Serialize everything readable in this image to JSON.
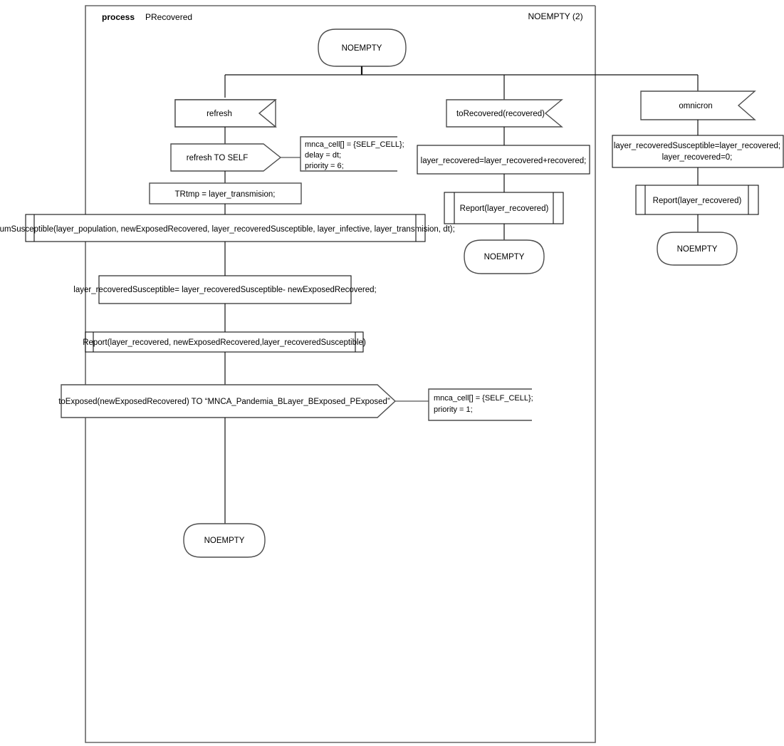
{
  "diagram": {
    "kind": "sdl-process-diagram",
    "header": {
      "keyword": "process",
      "name": "PRecovered",
      "page_label": "NOEMPTY (2)"
    },
    "start_state": {
      "label": "NOEMPTY"
    },
    "branches": {
      "left": {
        "input": {
          "label": "refresh"
        },
        "output": {
          "label": "refresh TO SELF"
        },
        "output_comment": {
          "line1": "mnca_cell[] = {SELF_CELL};",
          "line2": "delay = dt;",
          "line3": "priority = 6;"
        },
        "task1": {
          "label": "TRtmp  = layer_transmision;"
        },
        "procedure1": {
          "label": "numSusceptible(layer_population, newExposedRecovered, layer_recoveredSusceptible, layer_infective, layer_transmision, dt);"
        },
        "task2": {
          "label": "layer_recoveredSusceptible= layer_recoveredSusceptible- newExposedRecovered;"
        },
        "procedure2": {
          "label": "Report(layer_recovered, newExposedRecovered,layer_recoveredSusceptible)"
        },
        "output2": {
          "label": "toExposed(newExposedRecovered) TO “MNCA_Pandemia_BLayer_BExposed_PExposed”"
        },
        "output2_comment": {
          "line1": "mnca_cell[] = {SELF_CELL};",
          "line2": "priority = 1;"
        },
        "end_state": {
          "label": "NOEMPTY"
        }
      },
      "middle": {
        "input": {
          "label": "toRecovered(recovered)"
        },
        "task": {
          "label": "layer_recovered=layer_recovered+recovered;"
        },
        "procedure": {
          "label": "Report(layer_recovered)"
        },
        "end_state": {
          "label": "NOEMPTY"
        }
      },
      "right": {
        "input": {
          "label": "omnicron"
        },
        "task": {
          "line1": "layer_recoveredSusceptible=layer_recovered;",
          "line2": "layer_recovered=0;"
        },
        "procedure": {
          "label": "Report(layer_recovered)"
        },
        "end_state": {
          "label": "NOEMPTY"
        }
      }
    },
    "colors": {
      "background": "#ffffff",
      "shape_stroke": "#4d4d4d",
      "connector_stroke": "#111111",
      "frame_stroke": "#666666",
      "text": "#000000"
    }
  }
}
